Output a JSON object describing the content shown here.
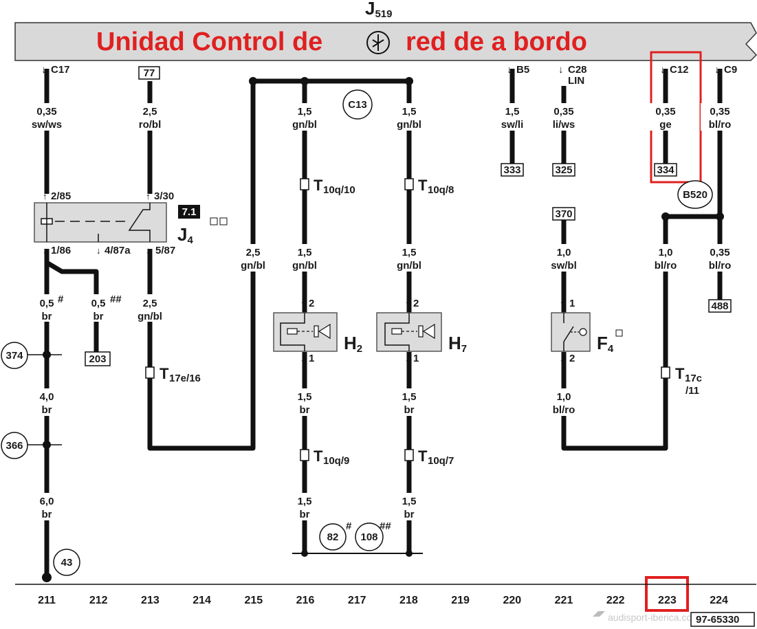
{
  "header": {
    "component": "J",
    "component_sub": "519",
    "title_left": "Unidad Control de",
    "title_right": "red de a bordo"
  },
  "connectors": {
    "c17": "C17",
    "b5": "B5",
    "c28": "C28",
    "c28_sub": "LIN",
    "c12": "C12",
    "c9": "C9",
    "box_77": "77"
  },
  "wires": {
    "w1": {
      "size": "0,35",
      "color": "sw/ws"
    },
    "w2": {
      "size": "2,5",
      "color": "ro/bl"
    },
    "w3": {
      "size": "1,5",
      "color": "gn/bl"
    },
    "w4": {
      "size": "1,5",
      "color": "gn/bl"
    },
    "w5": {
      "size": "1,5",
      "color": "sw/li"
    },
    "w6": {
      "size": "0,35",
      "color": "li/ws"
    },
    "w7": {
      "size": "0,35",
      "color": "ge"
    },
    "w8": {
      "size": "0,35",
      "color": "bl/ro"
    },
    "w9": {
      "size": "2,5",
      "color": "gn/bl"
    },
    "w10": {
      "size": "1,5",
      "color": "gn/bl"
    },
    "w11": {
      "size": "1,5",
      "color": "gn/bl"
    },
    "w12": {
      "size": "1,0",
      "color": "sw/bl"
    },
    "w13": {
      "size": "1,0",
      "color": "bl/ro"
    },
    "w14": {
      "size": "0,35",
      "color": "bl/ro"
    },
    "w15": {
      "size": "0,5",
      "color": "br",
      "mark": "#"
    },
    "w16": {
      "size": "0,5",
      "color": "br",
      "mark": "##"
    },
    "w17": {
      "size": "2,5",
      "color": "gn/bl"
    },
    "w18": {
      "size": "1,5",
      "color": "br"
    },
    "w19": {
      "size": "1,5",
      "color": "br"
    },
    "w20": {
      "size": "1,0",
      "color": "bl/ro"
    },
    "w21": {
      "size": "4,0",
      "color": "br"
    },
    "w22": {
      "size": "6,0",
      "color": "br"
    },
    "w23": {
      "size": "1,5",
      "color": "br"
    },
    "w24": {
      "size": "1,5",
      "color": "br"
    }
  },
  "refs": {
    "r333": "333",
    "r325": "325",
    "r334": "334",
    "r370": "370",
    "r488": "488",
    "r203": "203"
  },
  "circles": {
    "c13": "C13",
    "b520": "B520",
    "n374": "374",
    "n366": "366",
    "n43": "43",
    "n82": "82",
    "n108": "108"
  },
  "relay": {
    "p285": "2/85",
    "p330": "3/30",
    "p186": "1/86",
    "p487a": "4/87a",
    "p587": "5/87",
    "badge": "7.1",
    "name": "J",
    "name_sub": "4"
  },
  "terminals": {
    "t10q10": {
      "main": "T",
      "sub": "10q/10"
    },
    "t10q8": {
      "main": "T",
      "sub": "10q/8"
    },
    "t17e16": {
      "main": "T",
      "sub": "17e/16"
    },
    "t10q9": {
      "main": "T",
      "sub": "10q/9"
    },
    "t10q7": {
      "main": "T",
      "sub": "10q/7"
    },
    "t17c": {
      "main": "T",
      "sub": "17c",
      "sub2": "/11"
    }
  },
  "components": {
    "h2": {
      "name": "H",
      "sub": "2",
      "pin_top": "2",
      "pin_bottom": "1"
    },
    "h7": {
      "name": "H",
      "sub": "7",
      "pin_top": "2",
      "pin_bottom": "1"
    },
    "f4": {
      "name": "F",
      "sub": "4",
      "pin_top": "1",
      "pin_bottom": "2"
    },
    "marks": {
      "hash": "#",
      "dhash": "##"
    }
  },
  "columns": [
    "211",
    "212",
    "213",
    "214",
    "215",
    "216",
    "217",
    "218",
    "219",
    "220",
    "221",
    "222",
    "223",
    "224"
  ],
  "footer": {
    "watermark": "audisport-iberica.com",
    "code": "97-65330"
  },
  "colors": {
    "wire": "#111111",
    "title": "#e02020",
    "header_bar": "#d9d9d9",
    "highlight": "#e02020",
    "box_fill": "#dcdcdc"
  }
}
